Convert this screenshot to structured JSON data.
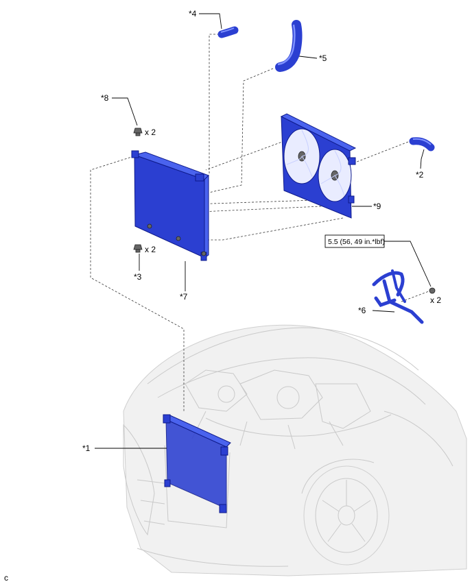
{
  "callouts": {
    "c1": "*1",
    "c2": "*2",
    "c3": "*3",
    "c4": "*4",
    "c5": "*5",
    "c6": "*6",
    "c7": "*7",
    "c8": "*8",
    "c9": "*9"
  },
  "quantities": {
    "q8": "x 2",
    "q3": "x 2",
    "q6": "x 2"
  },
  "torque": "5.5 (56, 49 in.*lbf)",
  "corner_mark": "c",
  "colors": {
    "part_blue": "#2b3fd1",
    "car_grey": "#c9c9c9"
  }
}
